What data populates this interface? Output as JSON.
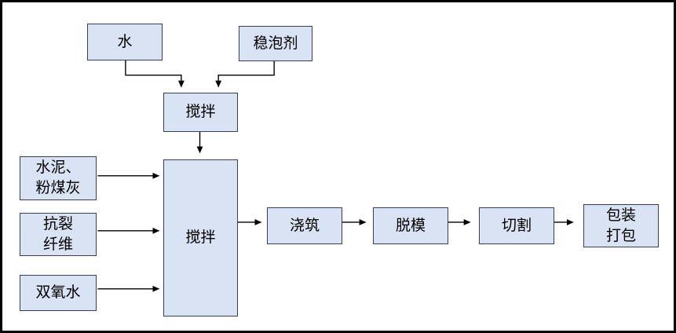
{
  "colors": {
    "background": "#ffffff",
    "frame": "#000000",
    "node_fill": "#dae3f3",
    "node_border": "#33405c",
    "arrow": "#000000"
  },
  "diagram_type": "flowchart",
  "nodes": {
    "water": {
      "label": "水"
    },
    "stabilizer": {
      "label": "稳泡剂"
    },
    "premix": {
      "label": "搅拌"
    },
    "mixer": {
      "label": "搅拌"
    },
    "cement": {
      "line1": "水泥、",
      "line2": "粉煤灰"
    },
    "fiber": {
      "line1": "抗裂",
      "line2": "纤维"
    },
    "peroxide": {
      "label": "双氧水"
    },
    "pouring": {
      "label": "浇筑"
    },
    "demolding": {
      "label": "脱模"
    },
    "cutting": {
      "label": "切割"
    },
    "packing": {
      "line1": "包装",
      "line2": "打包"
    }
  },
  "edges": [
    {
      "from": "water",
      "to": "premix"
    },
    {
      "from": "stabilizer",
      "to": "premix"
    },
    {
      "from": "premix",
      "to": "mixer"
    },
    {
      "from": "cement",
      "to": "mixer"
    },
    {
      "from": "fiber",
      "to": "mixer"
    },
    {
      "from": "peroxide",
      "to": "mixer"
    },
    {
      "from": "mixer",
      "to": "pouring"
    },
    {
      "from": "pouring",
      "to": "demolding"
    },
    {
      "from": "demolding",
      "to": "cutting"
    },
    {
      "from": "cutting",
      "to": "packing"
    }
  ]
}
